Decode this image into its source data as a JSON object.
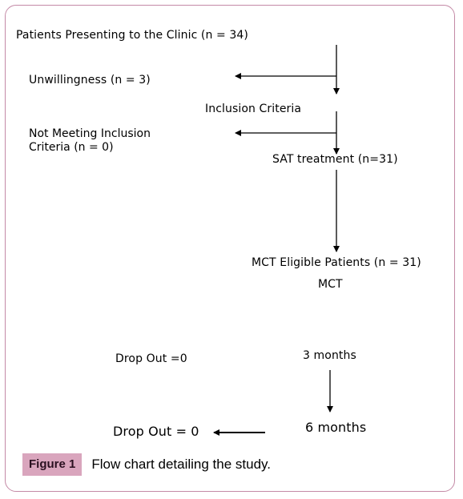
{
  "nodes": {
    "patients": "Patients Presenting to the Clinic (n = 34)",
    "unwillingness": "Unwillingness (n = 3)",
    "inclusion": "Inclusion Criteria",
    "not_meeting_1": "Not Meeting Inclusion",
    "not_meeting_2": "Criteria (n = 0)",
    "sat": "SAT treatment (n=31)",
    "mct_eligible": "MCT Eligible Patients (n = 31)",
    "mct": "MCT",
    "dropout_1": "Drop Out =0",
    "three_months": "3 months",
    "six_months": "6 months",
    "dropout_2": "Drop Out = 0"
  },
  "caption": {
    "tag": "Figure 1",
    "text": "Flow chart detailing the study."
  }
}
